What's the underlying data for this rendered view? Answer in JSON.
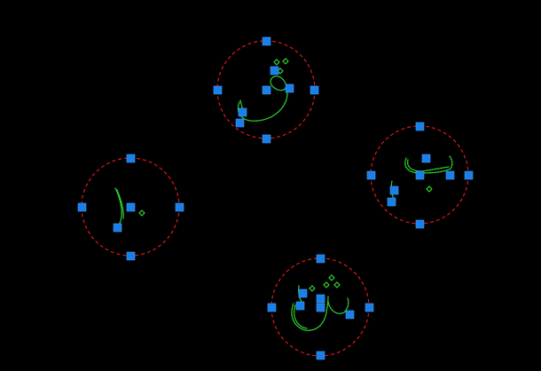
{
  "viewport": {
    "background": "#000000"
  },
  "colors": {
    "circle": "#e0191c",
    "glyph": "#2ed12e",
    "grip": "#1a7fe6"
  },
  "objects": [
    {
      "name": "arabic-glyph-top"
    },
    {
      "name": "arabic-glyph-left"
    },
    {
      "name": "arabic-glyph-right"
    },
    {
      "name": "arabic-glyph-bottom"
    }
  ]
}
